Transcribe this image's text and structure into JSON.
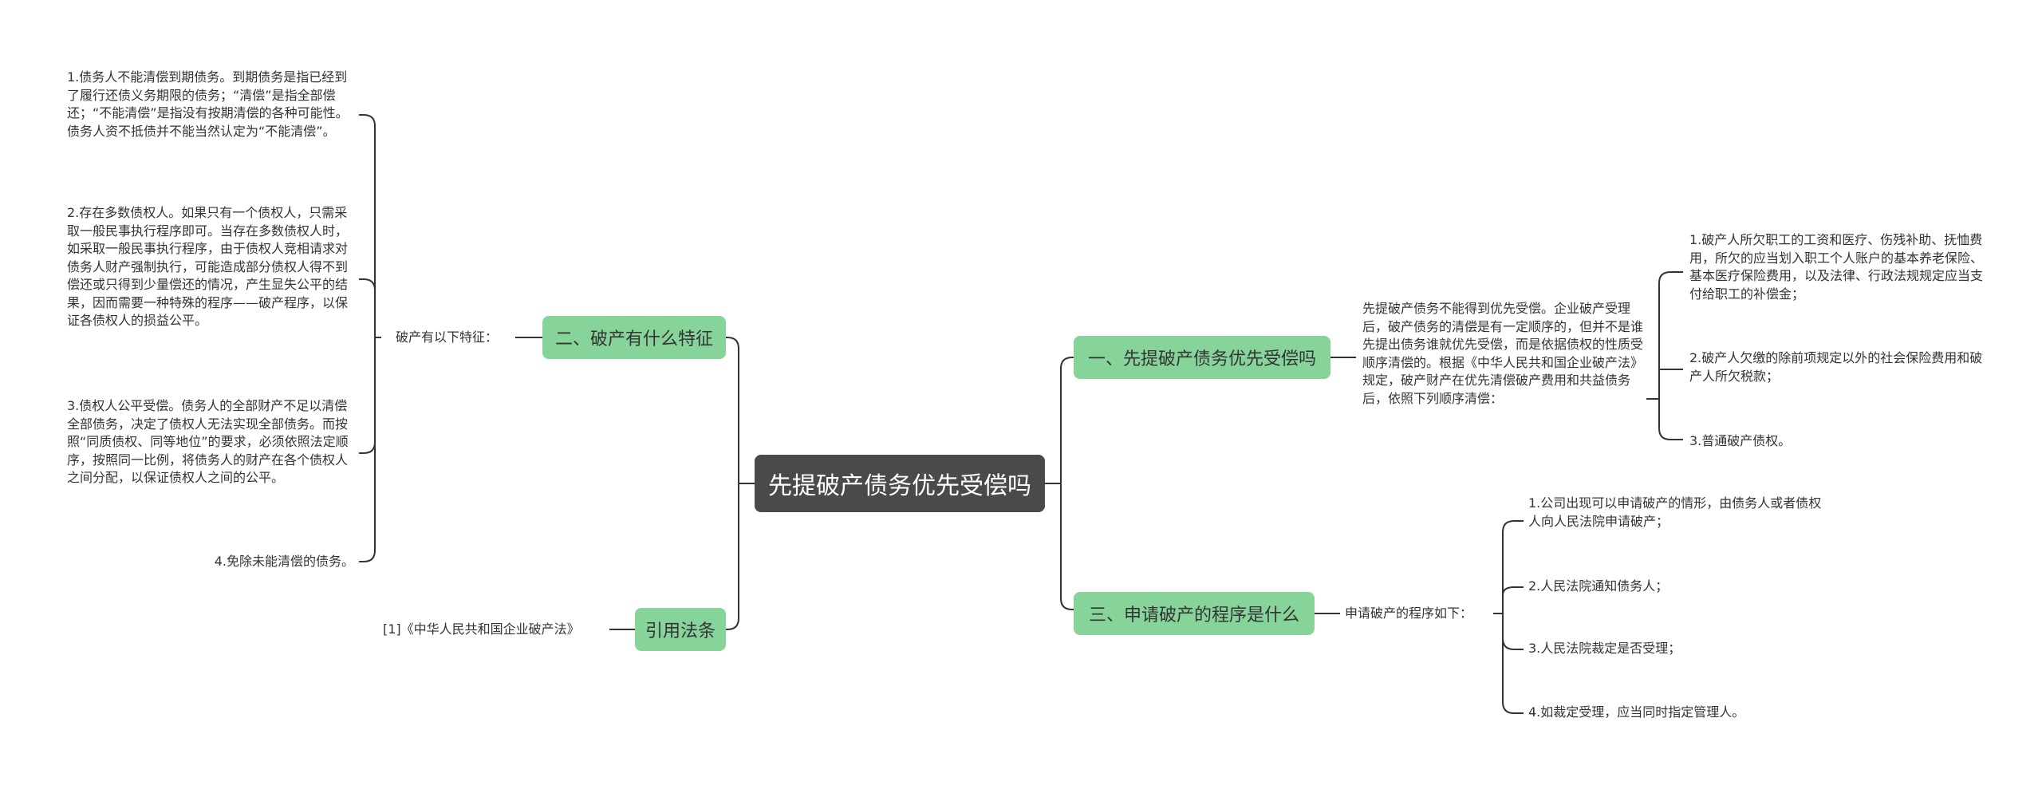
{
  "root": {
    "title": "先提破产债务优先受偿吗"
  },
  "branch_left_top": {
    "title": "二、破产有什么特征",
    "label": "破产有以下特征：",
    "items": [
      "1.债务人不能清偿到期债务。到期债务是指已经到了履行还债义务期限的债务；“清偿”是指全部偿还；“不能清偿”是指没有按期清偿的各种可能性。债务人资不抵债并不能当然认定为“不能清偿”。",
      "2.存在多数债权人。如果只有一个债权人，只需采取一般民事执行程序即可。当存在多数债权人时，如采取一般民事执行程序，由于债权人竞相请求对债务人财产强制执行，可能造成部分债权人得不到偿还或只得到少量偿还的情况，产生显失公平的结果，因而需要一种特殊的程序——破产程序，以保证各债权人的损益公平。",
      "3.债权人公平受偿。债务人的全部财产不足以清偿全部债务，决定了债权人无法实现全部债务。而按照“同质债权、同等地位”的要求，必须依照法定顺序，按照同一比例，将债务人的财产在各个债权人之间分配，以保证债权人之间的公平。",
      "4.免除未能清偿的债务。"
    ]
  },
  "branch_left_bottom": {
    "title": "引用法条",
    "items": [
      "[1]《中华人民共和国企业破产法》"
    ]
  },
  "branch_right_top": {
    "title": "一、先提破产债务优先受偿吗",
    "label": "先提破产债务不能得到优先受偿。企业破产受理后，破产债务的清偿是有一定顺序的，但并不是谁先提出债务谁就优先受偿，而是依据债权的性质受顺序清偿的。根据《中华人民共和国企业破产法》规定，破产财产在优先清偿破产费用和共益债务后，依照下列顺序清偿：",
    "items": [
      "1.破产人所欠职工的工资和医疗、伤残补助、抚恤费用，所欠的应当划入职工个人账户的基本养老保险、基本医疗保险费用，以及法律、行政法规规定应当支付给职工的补偿金；",
      "2.破产人欠缴的除前项规定以外的社会保险费用和破产人所欠税款；",
      "3.普通破产债权。"
    ]
  },
  "branch_right_bottom": {
    "title": "三、申请破产的程序是什么",
    "label": "申请破产的程序如下：",
    "items": [
      "1.公司出现可以申请破产的情形，由债务人或者债权人向人民法院申请破产；",
      "2.人民法院通知债务人；",
      "3.人民法院裁定是否受理；",
      "4.如裁定受理，应当同时指定管理人。"
    ]
  },
  "colors": {
    "root_bg": "#4a4a4a",
    "branch_bg": "#87d49b",
    "line": "#333333",
    "text": "#333333"
  }
}
